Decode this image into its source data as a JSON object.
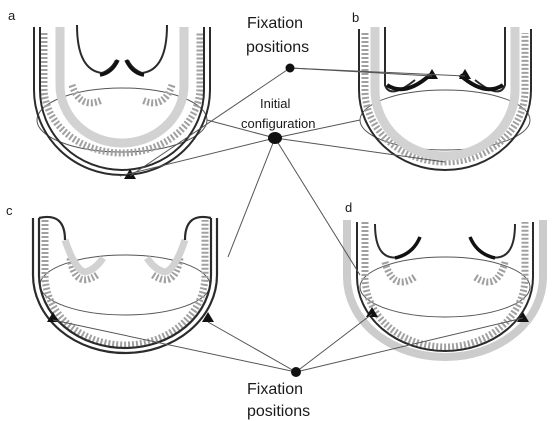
{
  "panels": {
    "a": "a",
    "b": "b",
    "c": "c",
    "d": "d"
  },
  "labels": {
    "fixation_top_line1": "Fixation",
    "fixation_top_line2": "positions",
    "initial_line1": "Initial",
    "initial_line2": "configuration",
    "fixation_bottom_line1": "Fixation",
    "fixation_bottom_line2": "positions"
  },
  "colors": {
    "ink": "#1a1a1a",
    "grey_band": "#9a9a9a",
    "light_band": "#d4d4d4",
    "dark_band": "#333333",
    "connector": "#555555"
  }
}
